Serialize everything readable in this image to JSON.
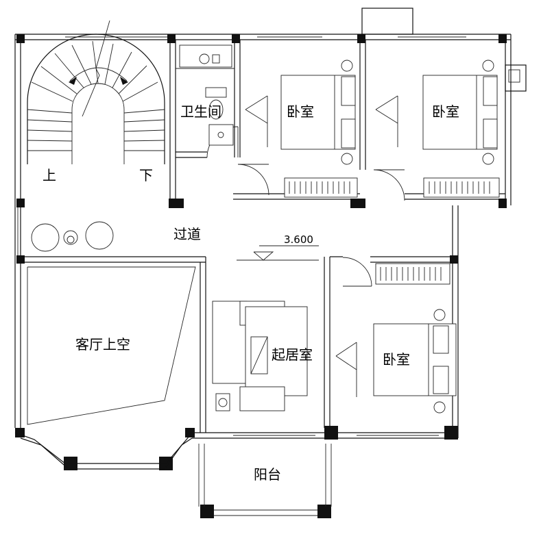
{
  "rooms": {
    "bathroom": "卫生间",
    "bedroom_top_left": "卧室",
    "bedroom_top_right": "卧室",
    "bedroom_right": "卧室",
    "corridor": "过道",
    "living_void": "客厅上空",
    "sitting_room": "起居室",
    "balcony": "阳台"
  },
  "stair": {
    "up": "上",
    "down": "下"
  },
  "elevation": "3.600"
}
